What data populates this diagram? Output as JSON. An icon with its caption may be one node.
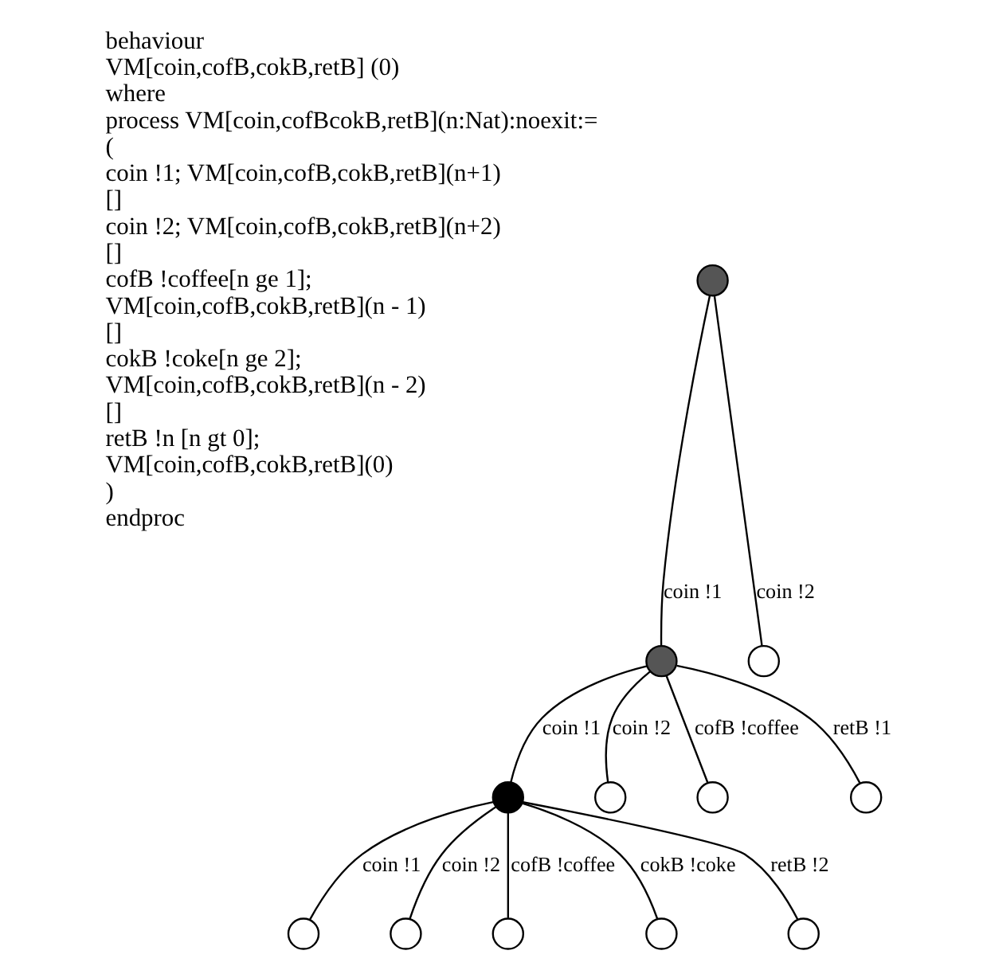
{
  "diagram": {
    "nodes": [
      {
        "text": [],
        "shape": "circle"
      },
      {
        "text": [],
        "shape": "circle"
      },
      {
        "text": [],
        "shape": "circle"
      },
      {
        "text": [],
        "shape": "circle"
      },
      {
        "text": [],
        "shape": "circle"
      },
      {
        "text": [],
        "shape": "circle"
      },
      {
        "text": [],
        "shape": "circle"
      },
      {
        "text": [],
        "shape": "circle"
      },
      {
        "text": [],
        "shape": "circle"
      },
      {
        "text": [],
        "shape": "circle"
      },
      {
        "text": [],
        "shape": "circle"
      },
      {
        "text": [],
        "shape": "circle"
      }
    ],
    "edges": [
      {
        "from": 0,
        "to": 1,
        "arrow": "none",
        "label": "coin !1"
      },
      {
        "from": 0,
        "to": 2,
        "arrow": "none",
        "label": "coin !2"
      },
      {
        "from": 1,
        "to": 3,
        "arrow": "none",
        "label": "coin !1"
      },
      {
        "from": 1,
        "to": 4,
        "arrow": "none",
        "label": "coin !2"
      },
      {
        "from": 1,
        "to": 5,
        "arrow": "none",
        "label": "cofB !coffee"
      },
      {
        "from": 1,
        "to": 6,
        "arrow": "none",
        "label": "retB !1"
      },
      {
        "from": 3,
        "to": 7,
        "arrow": "none",
        "label": "coin !1"
      },
      {
        "from": 3,
        "to": 8,
        "arrow": "none",
        "label": "coin !2"
      },
      {
        "from": 3,
        "to": 9,
        "arrow": "none",
        "label": "cofB !coffee"
      },
      {
        "from": 3,
        "to": 10,
        "arrow": "none",
        "label": "cokB !coke"
      },
      {
        "from": 3,
        "to": 11,
        "arrow": "none",
        "label": "retB !2"
      }
    ],
    "labels": [
      "behaviour",
      "VM[coin,cofB,cokB,retB] (0)",
      "where",
      "process VM[coin,cofBcokB,retB](n:Nat):noexit:=",
      "(",
      "coin !1; VM[coin,cofB,cokB,retB](n+1)",
      "[]",
      "coin !2; VM[coin,cofB,cokB,retB](n+2)",
      "[]",
      "cofB !coffee[n ge 1];",
      "VM[coin,cofB,cokB,retB](n - 1)",
      "[]",
      "cokB !coke[n ge 2];",
      "VM[coin,cofB,cokB,retB](n - 2)",
      "[]",
      "retB !n [n gt 0];",
      "VM[coin,cofB,cokB,retB](0)",
      ")",
      "endproc"
    ]
  }
}
